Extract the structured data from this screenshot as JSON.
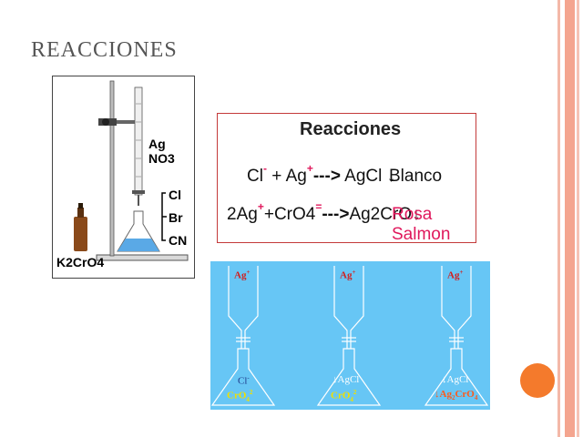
{
  "slide": {
    "title": "REACCIONES"
  },
  "apparatus": {
    "burette_label": "Ag NO3",
    "ions": [
      "Cl",
      "Br",
      "CN"
    ],
    "indicator_label": "K2CrO4"
  },
  "reactions": {
    "title": "Reacciones",
    "row1": {
      "reactant1": "Cl",
      "charge1": "-",
      "plus": "+",
      "reactant2": "Ag",
      "charge2": "+",
      "arrow": "--->",
      "product": "AgCl",
      "precip": "↓",
      "color_note": "Blanco"
    },
    "row2": {
      "reactant1": "2Ag",
      "charge1": "+",
      "plus": "+",
      "reactant2": "CrO4",
      "charge2": "=",
      "arrow": "--->",
      "product": "Ag2CrO",
      "precip": "↓",
      "color_note": "Rosa Salmon"
    },
    "accent_color": "#e0185c"
  },
  "titration": {
    "stages": [
      {
        "titrant": "Ag",
        "titrant_charge": "+",
        "line1": "Cl",
        "line1_charge": "-",
        "line2": "CrO",
        "line2_sub": "4",
        "line2_charge": "2"
      },
      {
        "titrant": "Ag",
        "titrant_charge": "+",
        "line1": "↓AgCl",
        "line2": "CrO",
        "line2_sub": "4",
        "line2_charge": "2"
      },
      {
        "titrant": "Ag",
        "titrant_charge": "+",
        "line1": "↓AgCl",
        "line2a": "↓Ag",
        "line2a_sub": "2",
        "line2b": "CrO",
        "line2b_sub": "4"
      }
    ],
    "background_color": "#67c6f5"
  }
}
